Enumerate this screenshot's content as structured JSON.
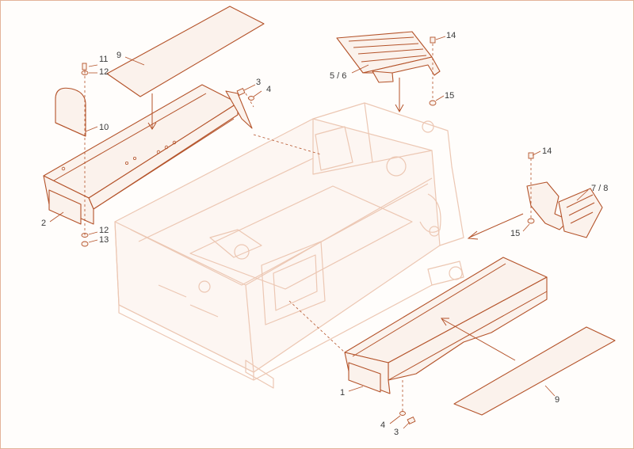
{
  "colors": {
    "line": "#b4532a",
    "ghost": "#ecc7b3",
    "paper": "#fffdfb"
  },
  "labels": {
    "item_1": "1",
    "item_2": "2",
    "item_3_top": "3",
    "item_3_bottom": "3",
    "item_4_top": "4",
    "item_4_bottom": "4",
    "item_5_6": "5 / 6",
    "item_7_8": "7 / 8",
    "item_9_top": "9",
    "item_9_bottom": "9",
    "item_10": "10",
    "item_11": "11",
    "item_12_top": "12",
    "item_12_bottom": "12",
    "item_13": "13",
    "item_14_top": "14",
    "item_14_right": "14",
    "item_15_top": "15",
    "item_15_right": "15"
  }
}
